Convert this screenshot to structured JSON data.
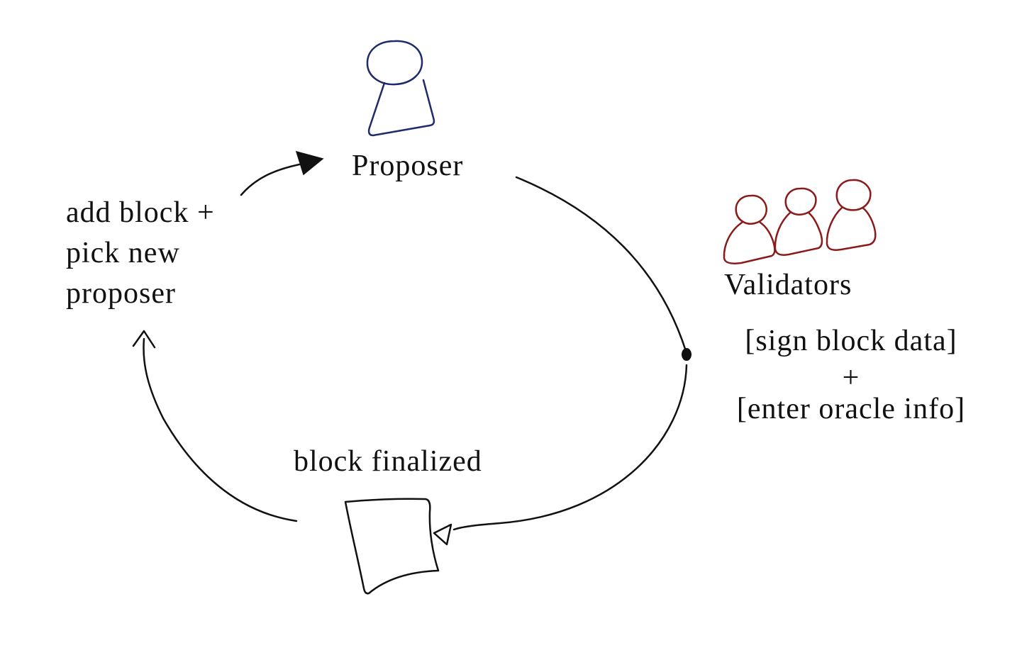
{
  "diagram": {
    "proposer": {
      "label": "Proposer",
      "icon": "person-icon",
      "color": "#1f2a6b"
    },
    "validators": {
      "label": "Validators",
      "icon": "group-icon",
      "color": "#8b1a1a",
      "task_line1": "[sign block data]",
      "task_plus": "+",
      "task_line2": "[enter oracle info]"
    },
    "finalized": {
      "label": "block finalized",
      "icon": "document-icon"
    },
    "add_block": {
      "line1": "add block +",
      "line2": "pick new",
      "line3": "proposer"
    },
    "arrow_color": "#111111"
  }
}
